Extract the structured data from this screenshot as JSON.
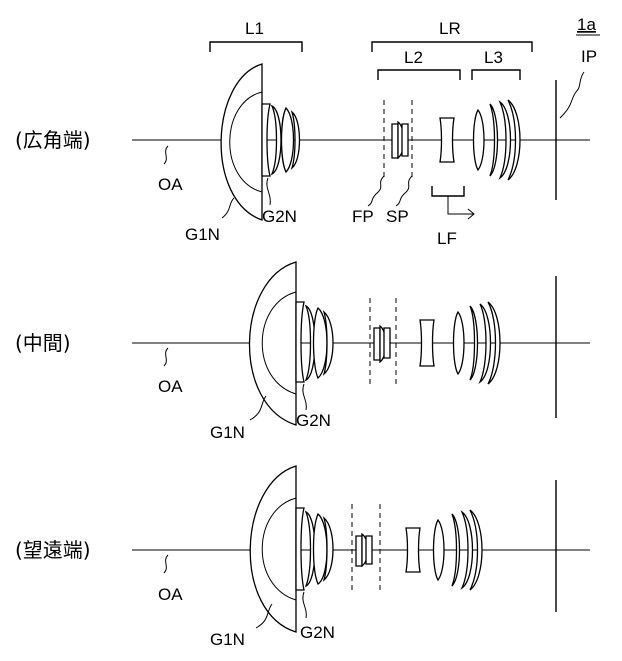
{
  "labels": {
    "l1": "L1",
    "lr": "LR",
    "l2": "L2",
    "l3": "L3",
    "apparatus": "1a",
    "ip": "IP",
    "fp": "FP",
    "sp": "SP",
    "lf": "LF",
    "oa": "OA",
    "g1n": "G1N",
    "g2n": "G2N"
  },
  "states": [
    {
      "label": "(広角端)"
    },
    {
      "label": "(中間)"
    },
    {
      "label": "(望遠端)"
    }
  ],
  "icons": [
    "optical-axis-line",
    "image-plane-line",
    "focus-direction-arrow-icon",
    "bracket"
  ]
}
